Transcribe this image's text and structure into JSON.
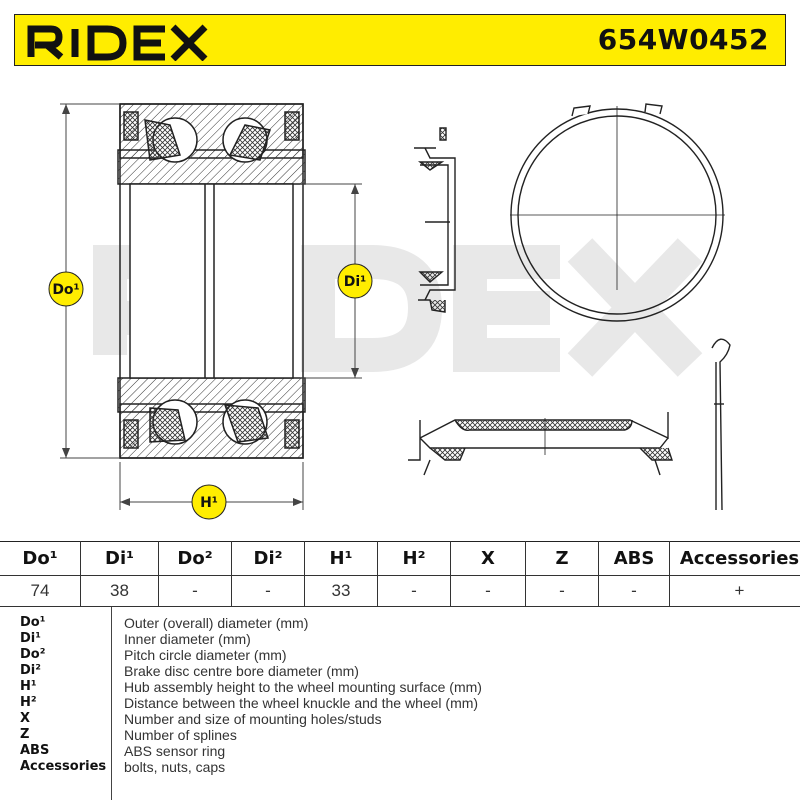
{
  "header": {
    "brand": "RIDEX",
    "part_number": "654W0452",
    "accent_color": "#FFED00"
  },
  "watermark": "RIDEX",
  "dimension_labels": {
    "do": "Do¹",
    "di": "Di¹",
    "h": "H¹"
  },
  "spec_table": {
    "headers": [
      "Do¹",
      "Di¹",
      "Do²",
      "Di²",
      "H¹",
      "H²",
      "X",
      "Z",
      "ABS",
      "Accessories"
    ],
    "values": [
      "74",
      "38",
      "-",
      "-",
      "33",
      "-",
      "-",
      "-",
      "-",
      "+"
    ]
  },
  "legend": [
    {
      "key": "Do¹",
      "desc": "Outer (overall) diameter (mm)"
    },
    {
      "key": "Di¹",
      "desc": "Inner diameter (mm)"
    },
    {
      "key": "Do²",
      "desc": "Pitch circle diameter (mm)"
    },
    {
      "key": "Di²",
      "desc": "Brake disc centre bore diameter (mm)"
    },
    {
      "key": "H¹",
      "desc": "Hub assembly height to the wheel mounting surface (mm)"
    },
    {
      "key": "H²",
      "desc": "Distance between the wheel knuckle and the wheel (mm)"
    },
    {
      "key": "X",
      "desc": "Number and size of mounting holes/studs"
    },
    {
      "key": "Z",
      "desc": "Number of splines"
    },
    {
      "key": "ABS",
      "desc": "ABS sensor ring"
    },
    {
      "key": "Accessories",
      "desc": "bolts, nuts, caps"
    }
  ]
}
